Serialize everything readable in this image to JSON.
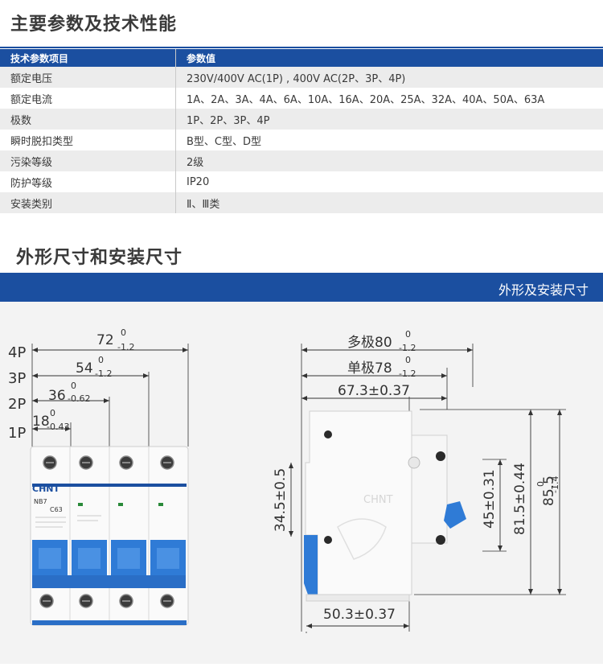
{
  "section1": {
    "title": "主要参数及技术性能"
  },
  "spec_table": {
    "headers": [
      "技术参数项目",
      "参数值"
    ],
    "rows": [
      [
        "额定电压",
        "230V/400V AC(1P) , 400V AC(2P、3P、4P)"
      ],
      [
        "额定电流",
        "1A、2A、3A、4A、6A、10A、16A、20A、25A、32A、40A、50A、63A"
      ],
      [
        "极数",
        "1P、2P、3P、4P"
      ],
      [
        "瞬时脱扣类型",
        "B型、C型、D型"
      ],
      [
        "污染等级",
        "2级"
      ],
      [
        "防护等级",
        "IP20"
      ],
      [
        "安装类别",
        "Ⅱ、Ⅲ类"
      ]
    ]
  },
  "section2": {
    "title": "外形尺寸和安装尺寸",
    "banner": "外形及安装尺寸"
  },
  "front_view": {
    "pole_labels": [
      "4P",
      "3P",
      "2P",
      "1P"
    ],
    "dims": {
      "d4p": "72",
      "d4p_up": "0",
      "d4p_low": "-1.2",
      "d3p": "54",
      "d3p_up": "0",
      "d3p_low": "-1.2",
      "d2p": "36",
      "d2p_up": "0",
      "d2p_low": "-0.62",
      "d1p": "18",
      "d1p_up": "0",
      "d1p_low": "-0.43"
    },
    "brand": "CHNT",
    "model": "NB7",
    "rating": "C63"
  },
  "side_view": {
    "multi": "多极80",
    "multi_up": "0",
    "multi_low": "-1.2",
    "single": "单极78",
    "single_up": "0",
    "single_low": "-1.2",
    "d673": "67.3±0.37",
    "d345": "34.5±0.5",
    "d45": "45±0.31",
    "d815": "81.5±0.44",
    "d855": "85.5",
    "d855_up": "0",
    "d855_low": "-1.4",
    "d503": "50.3±0.37",
    "brand": "CHNT"
  },
  "colors": {
    "accent": "#1b4fa0",
    "handle": "#2f7bd6"
  }
}
